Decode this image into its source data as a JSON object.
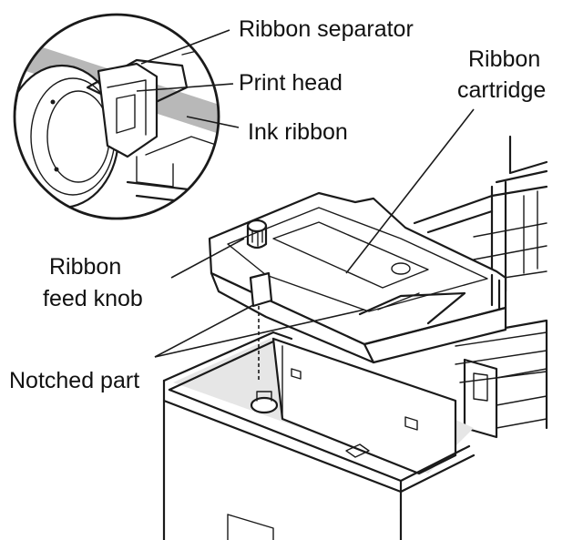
{
  "labels": {
    "ribbon_separator": "Ribbon separator",
    "print_head": "Print head",
    "ink_ribbon": "Ink ribbon",
    "ribbon_cartridge_line1": "Ribbon",
    "ribbon_cartridge_line2": "cartridge",
    "ribbon_feed_knob_line1": "Ribbon",
    "ribbon_feed_knob_line2": "feed knob",
    "notched_part": "Notched part"
  }
}
